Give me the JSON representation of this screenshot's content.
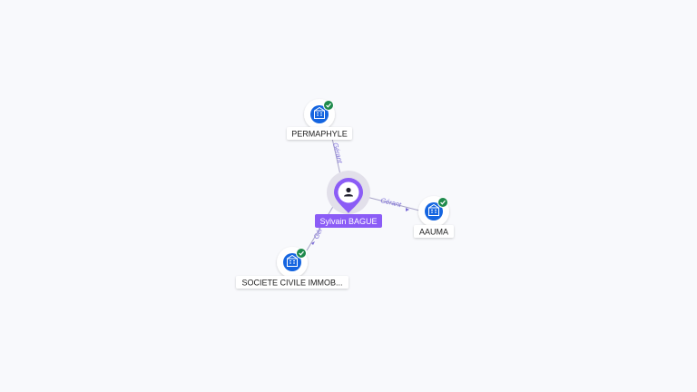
{
  "center": {
    "name": "Sylvain BAGUE",
    "icon": "person-icon",
    "color": "#8b5cf6"
  },
  "companies": [
    {
      "id": "permaphyle",
      "name": "PERMAPHYLE",
      "icon": "building-icon",
      "verified": true
    },
    {
      "id": "aauma",
      "name": "AAUMA",
      "icon": "building-icon",
      "verified": true
    },
    {
      "id": "sci",
      "name": "SOCIETE CIVILE IMMOB...",
      "icon": "building-icon",
      "verified": true
    }
  ],
  "edges": [
    {
      "to": "permaphyle",
      "label": "Gérant"
    },
    {
      "to": "aauma",
      "label": "Gérant"
    },
    {
      "to": "sci",
      "label": "Gér"
    }
  ],
  "colors": {
    "company_fill": "#1565e0",
    "verified_badge": "#1e8a4c",
    "edge": "#a8a4c8",
    "edge_label": "#7a6bd6"
  }
}
